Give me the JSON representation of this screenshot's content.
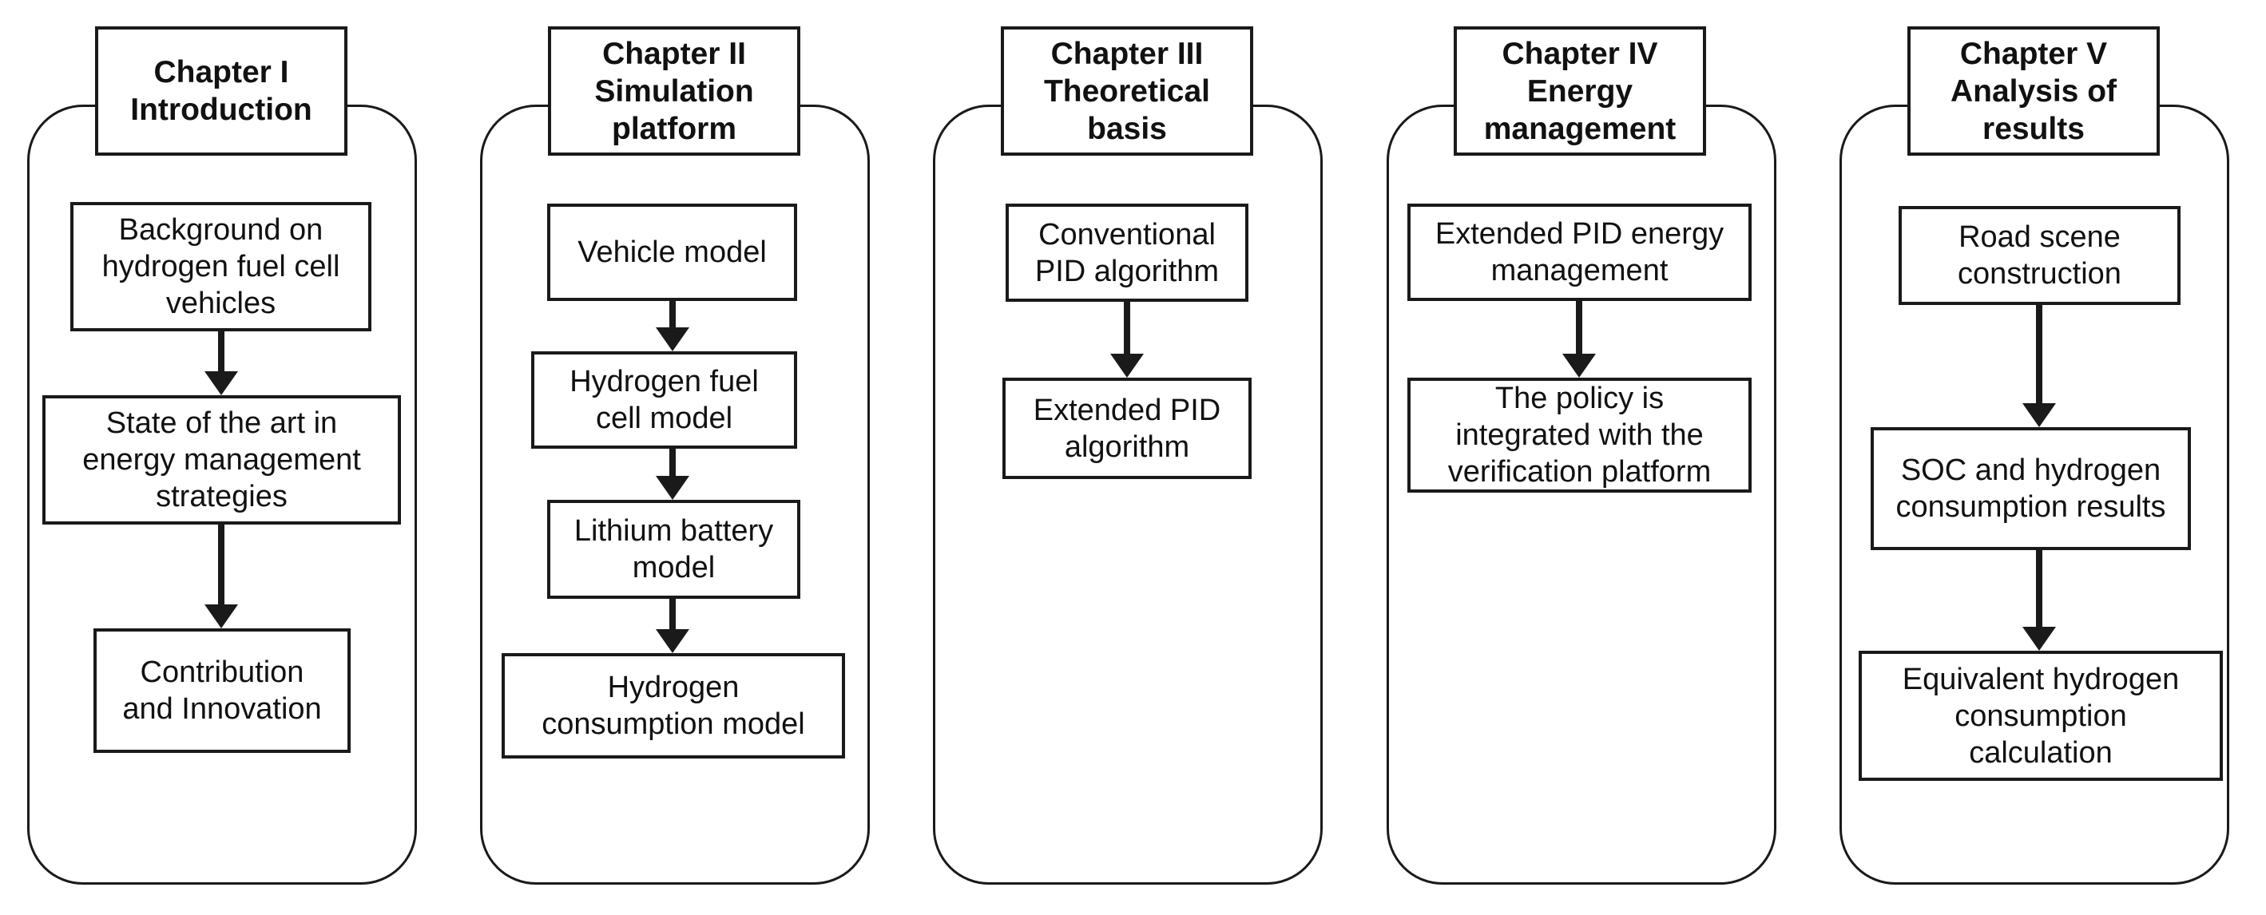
{
  "diagram": {
    "title_implied": "Thesis chapter structure flowchart",
    "colors": {
      "line": "#1a1a1a",
      "background": "#ffffff"
    },
    "columns": [
      {
        "id": "chapter-1",
        "header": "Chapter I\nIntroduction",
        "boxes": [
          "Background on\nhydrogen fuel cell\nvehicles",
          "State of the art in\nenergy management\nstrategies",
          "Contribution\nand Innovation"
        ]
      },
      {
        "id": "chapter-2",
        "header": "Chapter II\nSimulation\nplatform",
        "boxes": [
          "Vehicle model",
          "Hydrogen fuel\ncell model",
          "Lithium battery\nmodel",
          "Hydrogen\nconsumption model"
        ]
      },
      {
        "id": "chapter-3",
        "header": "Chapter III\nTheoretical\nbasis",
        "boxes": [
          "Conventional\nPID algorithm",
          "Extended PID\nalgorithm"
        ]
      },
      {
        "id": "chapter-4",
        "header": "Chapter IV\nEnergy\nmanagement",
        "boxes": [
          "Extended PID energy\nmanagement",
          "The policy is\nintegrated with the\nverification platform"
        ]
      },
      {
        "id": "chapter-5",
        "header": "Chapter V\nAnalysis of\nresults",
        "boxes": [
          "Road scene\nconstruction",
          "SOC and hydrogen\nconsumption results",
          "Equivalent hydrogen\nconsumption\ncalculation"
        ]
      }
    ]
  }
}
